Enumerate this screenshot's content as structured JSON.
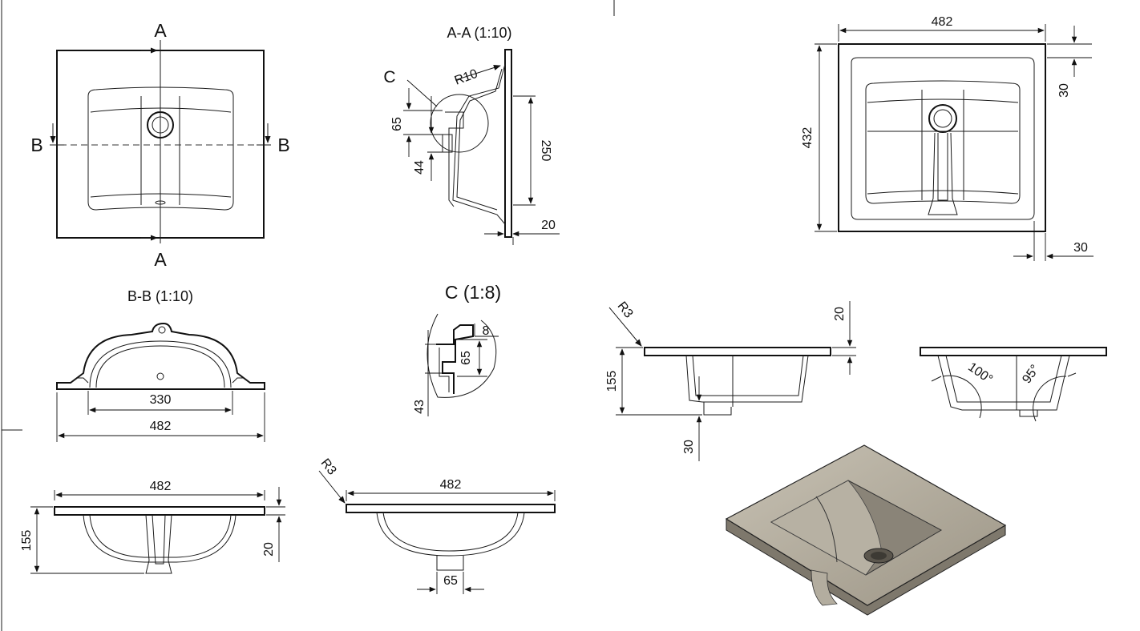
{
  "section_marks": {
    "a": "A",
    "b": "B"
  },
  "view_titles": {
    "section_aa": "A-A (1:10)",
    "section_bb": "B-B (1:10)",
    "detail_c": "C (1:8)",
    "detail_marker": "C"
  },
  "dimensions": {
    "aa_r10": "R10",
    "aa_65": "65",
    "aa_44": "44",
    "aa_250": "250",
    "aa_20": "20",
    "top_482": "482",
    "top_432": "432",
    "top_30_right": "30",
    "top_30_bottom": "30",
    "bb_330": "330",
    "bb_482": "482",
    "c_8": "8",
    "c_65": "65",
    "c_43": "43",
    "front_482": "482",
    "front_155": "155",
    "front_20": "20",
    "side_r3": "R3",
    "side_482": "482",
    "side_65": "65",
    "right_r3": "R3",
    "right_20": "20",
    "right_155": "155",
    "right_30": "30",
    "angle_100": "100°",
    "angle_95": "95°"
  },
  "colors": {
    "line": "#1a1a1a",
    "basin_surface": "#a8a192",
    "basin_shade": "#8a8478"
  }
}
